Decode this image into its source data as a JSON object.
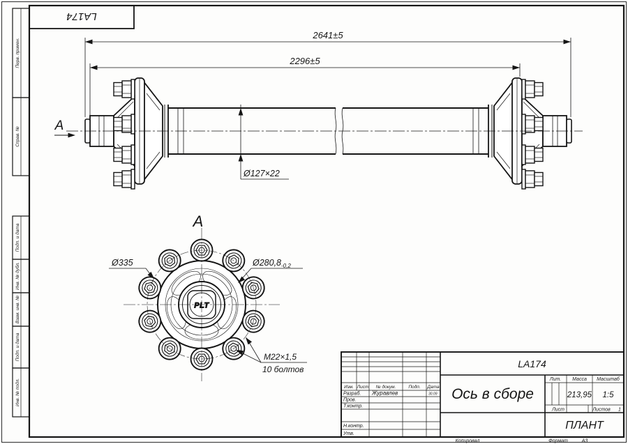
{
  "sheet": {
    "stamp": "LA174",
    "footer": {
      "copied": "Копировал",
      "format_label": "Формат",
      "format_value": "A3"
    }
  },
  "side_strip": {
    "items": [
      "Перв. примен.",
      "Справ. №",
      "Подп. и дата",
      "Инв. № дубл.",
      "Взам. инв. №",
      "Подп. и дата",
      "Инв. № подл."
    ]
  },
  "drawing": {
    "dim_overall": "2641±5",
    "dim_flange_span": "2296±5",
    "tube_dim": "Ø127×22",
    "view_arrow": "A",
    "detail": {
      "title": "A",
      "dia_outer": "Ø335",
      "dia_bolt_circle": "Ø280,8",
      "dia_bolt_circle_tol": "-0,2",
      "thread": "M22×1,5",
      "bolts_note": "10 болтов",
      "hub_logo": "PLT"
    }
  },
  "title_block": {
    "doc_number": "LA174",
    "drawing_title": "Ось в сборе",
    "company": "ПЛАНТ",
    "header": {
      "izm": "Изм.",
      "list": "Лист",
      "doc": "№ докум.",
      "podp": "Подп.",
      "data": "Дата"
    },
    "approvals": [
      {
        "role": "Разраб.",
        "name": "Журавлев",
        "date": "30.09"
      },
      {
        "role": "Пров.",
        "name": "",
        "date": ""
      },
      {
        "role": "Т.контр.",
        "name": "",
        "date": ""
      },
      {
        "role": "Н.контр.",
        "name": "",
        "date": ""
      },
      {
        "role": "Утв.",
        "name": "",
        "date": ""
      }
    ],
    "lit_label": "Лит.",
    "mass_label": "Масса",
    "scale_label": "Масштаб",
    "mass_value": "213,95",
    "scale_value": "1:5",
    "sheet_label": "Лист",
    "sheets_label": "Листов",
    "sheets_value": "1"
  }
}
